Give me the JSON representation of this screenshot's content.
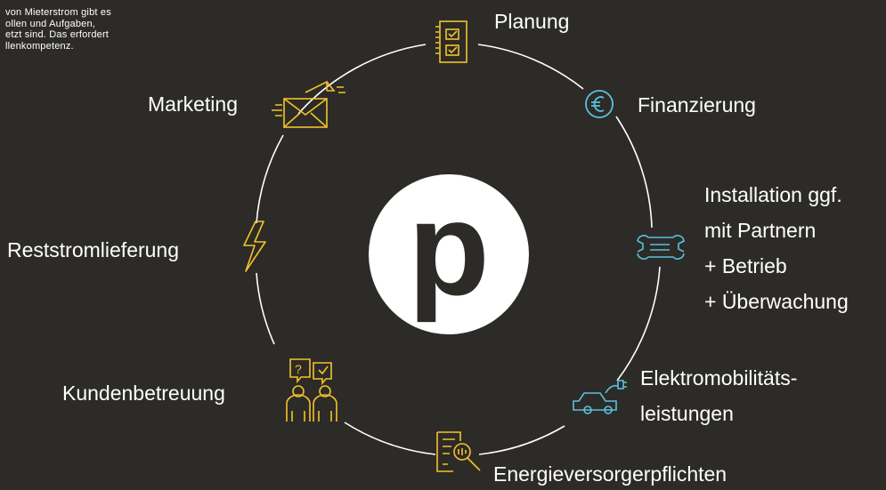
{
  "intro": {
    "lines": [
      "von Mieterstrom gibt es",
      "ollen und Aufgaben,",
      "etzt sind. Das erfordert",
      "llenkompetenz."
    ]
  },
  "center": {
    "letter": "p"
  },
  "colors": {
    "background": "#2c2b27",
    "ring": "#ffffff",
    "icon_yellow": "#f5c22b",
    "icon_blue": "#5bc0de",
    "text": "#ffffff"
  },
  "nodes": [
    {
      "id": "planung",
      "icon": "checklist-icon",
      "lines": [
        "Planung"
      ]
    },
    {
      "id": "finanzierung",
      "icon": "euro-icon",
      "lines": [
        "Finanzierung"
      ]
    },
    {
      "id": "installation",
      "icon": "wrench-icon",
      "lines": [
        "Installation ggf.",
        "mit Partnern",
        "+ Betrieb",
        "+ Überwachung"
      ]
    },
    {
      "id": "elektromobilitaet",
      "icon": "electric-car-icon",
      "lines": [
        "Elektromobilitäts-",
        "leistungen"
      ]
    },
    {
      "id": "energieversorger",
      "icon": "document-search-icon",
      "lines": [
        "Energieversorgerpflichten"
      ]
    },
    {
      "id": "kundenbetreuung",
      "icon": "customer-support-icon",
      "lines": [
        "Kundenbetreuung"
      ]
    },
    {
      "id": "reststrom",
      "icon": "lightning-icon",
      "lines": [
        "Reststromlieferung"
      ]
    },
    {
      "id": "marketing",
      "icon": "mail-icon",
      "lines": [
        "Marketing"
      ]
    }
  ]
}
